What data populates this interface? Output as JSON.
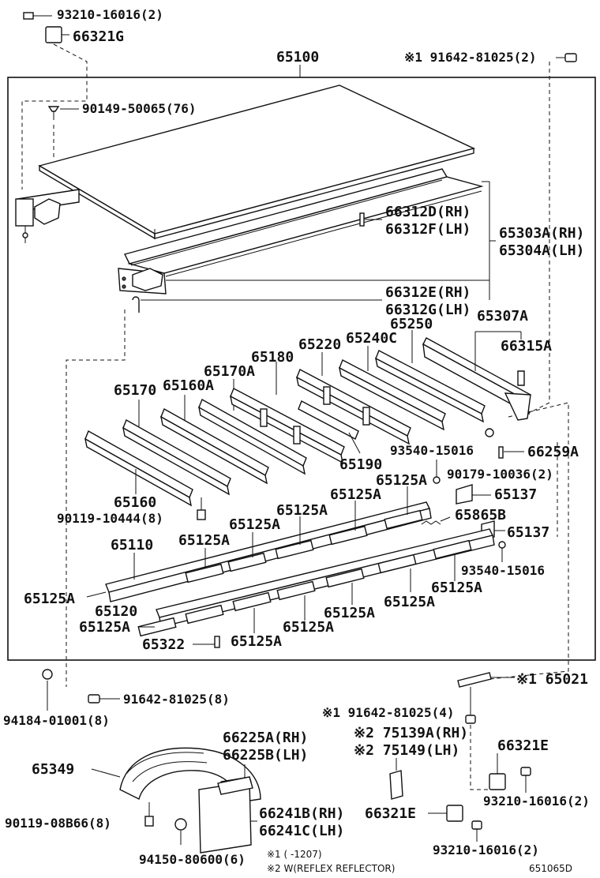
{
  "labels": {
    "p_93210_16016_top": "93210-16016(2)",
    "p_66321G": "66321G",
    "p_65100": "65100",
    "p_91642_81025_top": "※1 91642-81025(2)",
    "p_90149_50065": "90149-50065(76)",
    "p_66312D": "66312D(RH)",
    "p_66312F": "66312F(LH)",
    "p_65303A": "65303A(RH)",
    "p_65304A": "65304A(LH)",
    "p_66312E": "66312E(RH)",
    "p_66312G": "66312G(LH)",
    "p_65250": "65250",
    "p_65307A": "65307A",
    "p_65220": "65220",
    "p_65240C": "65240C",
    "p_66315A": "66315A",
    "p_65180": "65180",
    "p_65170A": "65170A",
    "p_65170": "65170",
    "p_65160A": "65160A",
    "p_93540_15016_a": "93540-15016",
    "p_66259A": "66259A",
    "p_65190": "65190",
    "p_90179_10036": "90179-10036(2)",
    "p_65125A_1": "65125A",
    "p_65137_a": "65137",
    "p_65160": "65160",
    "p_65125A_2": "65125A",
    "p_90119_10444": "90119-10444(8)",
    "p_65125A_3": "65125A",
    "p_65865B": "65865B",
    "p_65125A_4": "65125A",
    "p_65137_b": "65137",
    "p_65110": "65110",
    "p_65125A_5": "65125A",
    "p_93540_15016_b": "93540-15016",
    "p_65125A_6": "65125A",
    "p_65125A_7": "65125A",
    "p_65120": "65120",
    "p_65125A_8": "65125A",
    "p_65125A_9": "65125A",
    "p_65125A_10": "65125A",
    "p_65125A_11": "65125A",
    "p_65322": "65322",
    "p_65125A_12": "65125A",
    "p_65021": "※1 65021",
    "p_91642_81025_bot": "91642-81025(8)",
    "p_94184_01001": "94184-01001(8)",
    "p_91642_81025_4": "※1 91642-81025(4)",
    "p_66225A": "66225A(RH)",
    "p_66225B": "66225B(LH)",
    "p_75139A": "※2 75139A(RH)",
    "p_75149": "※2 75149(LH)",
    "p_66321E_a": "66321E",
    "p_65349": "65349",
    "p_93210_16016_mid": "93210-16016(2)",
    "p_90119_08B66": "90119-08B66(8)",
    "p_66241B": "66241B(RH)",
    "p_66241C": "66241C(LH)",
    "p_66321E_b": "66321E",
    "p_94150_80600": "94150-80600(6)",
    "p_93210_16016_bot": "93210-16016(2)"
  },
  "notes": {
    "note1": "※1 (      -1207)",
    "note2": "※2 W(REFLEX REFLECTOR)",
    "drawing_code": "651065D"
  }
}
